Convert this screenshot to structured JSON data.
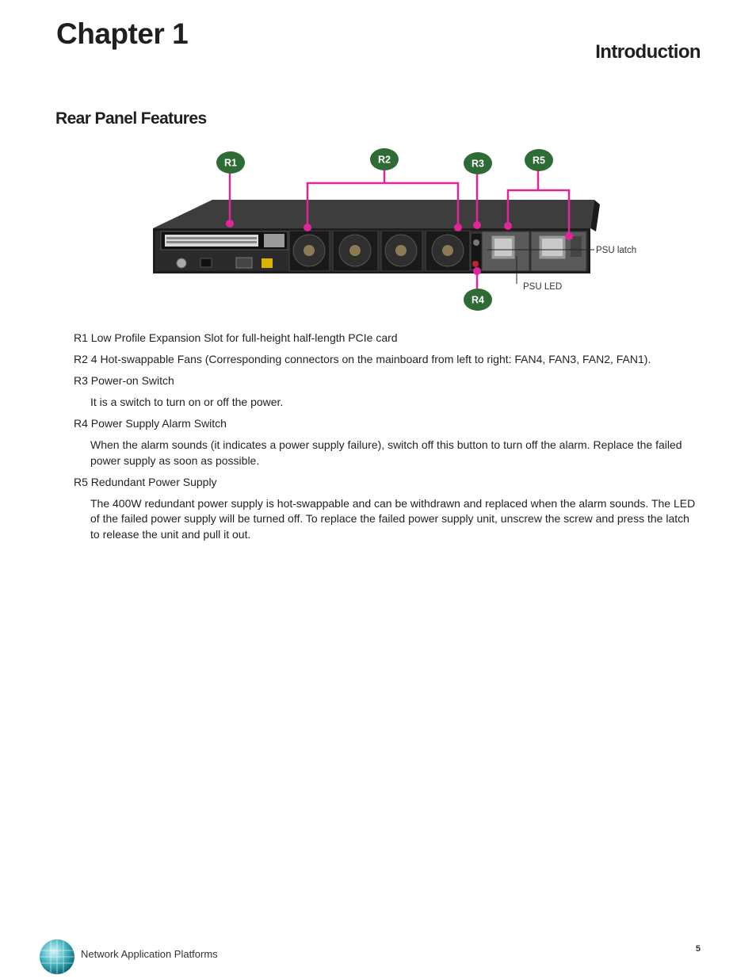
{
  "header": {
    "chapter": "Chapter 1",
    "section": "Introduction"
  },
  "subsection": "Rear Panel Features",
  "figure": {
    "badges": [
      "R1",
      "R2",
      "R3",
      "R5",
      "R4"
    ],
    "psu_latch_label": "PSU latch",
    "psu_led_label": "PSU LED",
    "colors": {
      "leader": "#e0249a",
      "badge": "#2f6b35",
      "chassis": "#2a2a2a"
    }
  },
  "features": [
    {
      "label": "R1  Low Profile Expansion Slot for full-height half-length PCIe card",
      "description": ""
    },
    {
      "label": "R2  4 Hot-swappable Fans (Corresponding connectors on the mainboard from left to right: FAN4, FAN3, FAN2, FAN1).",
      "description": ""
    },
    {
      "label": "R3  Power-on Switch",
      "description": "It is a switch to turn on or off the power."
    },
    {
      "label": "R4 Power Supply Alarm Switch",
      "description": "When the alarm sounds (it indicates a power supply failure), switch off this button to turn off the alarm. Replace the failed power supply as soon as possible."
    },
    {
      "label": "R5  Redundant Power Supply",
      "description": "The 400W redundant power supply is hot-swappable and can be withdrawn and replaced when the alarm sounds. The LED of the failed power supply will be turned off. To replace the failed power supply unit, unscrew the screw and press the latch to release the unit and pull it out."
    }
  ],
  "footer": {
    "brand": "Network Application Platforms",
    "page_number": "5"
  }
}
